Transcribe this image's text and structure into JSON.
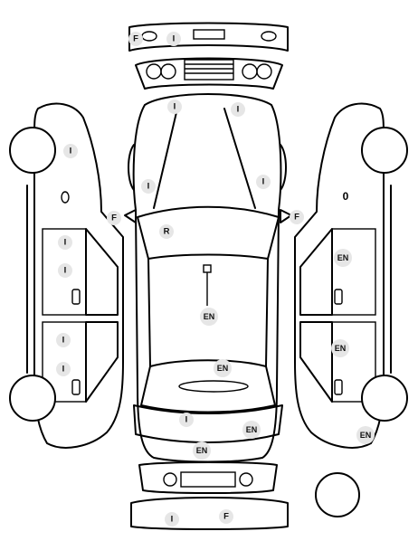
{
  "markers": {
    "i": "I",
    "f": "F",
    "r": "R",
    "en": "EN",
    "o": "0"
  },
  "colors": {
    "line": "#000000",
    "marker_fill": "#e6e6e6",
    "background": "#ffffff"
  }
}
